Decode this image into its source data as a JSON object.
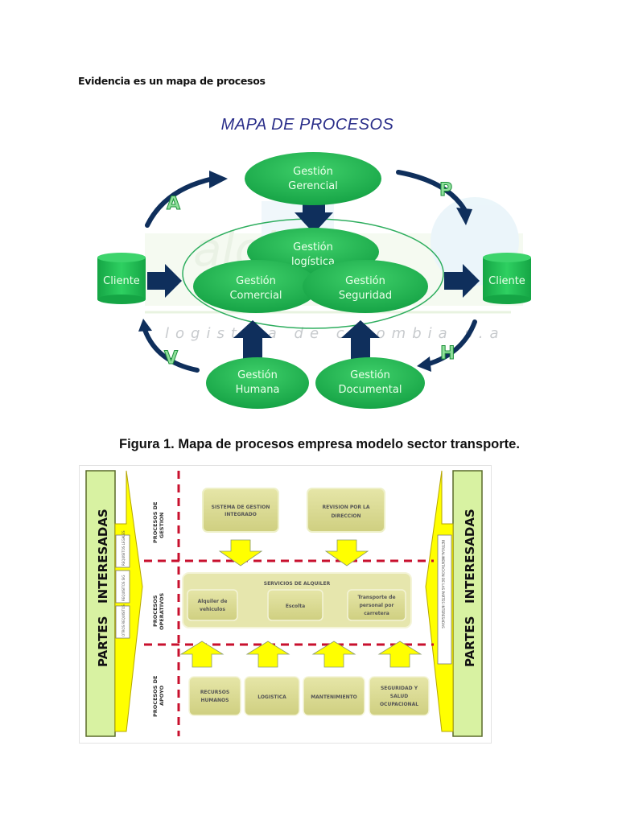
{
  "document": {
    "heading": "Evidencia es un mapa de procesos",
    "caption": "Figura 1. Mapa de procesos empresa modelo sector transporte."
  },
  "figure1": {
    "title": "MAPA DE PROCESOS",
    "watermark": "logistica de colombia s.a",
    "cycle_letters": [
      "A",
      "P",
      "H",
      "V"
    ],
    "nodes": {
      "gerencial": [
        "Gestión",
        "Gerencial"
      ],
      "logistica": [
        "Gestión",
        "logística"
      ],
      "comercial": [
        "Gestión",
        "Comercial"
      ],
      "seguridad": [
        "Gestión",
        "Seguridad"
      ],
      "humana": [
        "Gestión",
        "Humana"
      ],
      "documental": [
        "Gestión",
        "Documental"
      ],
      "cliente_left": "Cliente",
      "cliente_right": "Cliente"
    },
    "colors": {
      "node_green": "#1fae4c",
      "arrow_navy": "#0f2f5c",
      "title_blue": "#2b2f8a"
    }
  },
  "figure2": {
    "left_band": {
      "label": "PARTES   INTERESADAS",
      "requirements": [
        "REQUISITOS LEGALES",
        "REQUISITOS SIG",
        "OTROS REQUISITOS"
      ]
    },
    "right_band": {
      "label": "PARTES   INTERESADAS",
      "feedback": "RETROALIMENTACION DE LAS PARTES INTERESADAS"
    },
    "rows": {
      "gestion": {
        "label": [
          "PROCESOS DE",
          "GESTION"
        ],
        "boxes": [
          [
            "SISTEMA DE GESTION",
            "INTEGRADO"
          ],
          [
            "REVISION POR LA",
            "DIRECCION"
          ]
        ]
      },
      "operativos": {
        "label": [
          "PROCESOS",
          "OPERATIVOS"
        ],
        "group_title": "SERVICIOS DE ALQUILER",
        "boxes": [
          [
            "Alquiler de",
            "vehiculos"
          ],
          [
            "Escolta"
          ],
          [
            "Transporte de",
            "personal por",
            "carretera"
          ]
        ]
      },
      "apoyo": {
        "label": [
          "PROCESOS DE",
          "APOYO"
        ],
        "boxes": [
          [
            "RECURSOS",
            "HUMANOS"
          ],
          [
            "LOGISTICA"
          ],
          [
            "MANTENIMIENTO"
          ],
          [
            "SEGURIDAD Y",
            "SALUD",
            "OCUPACIONAL"
          ]
        ]
      }
    },
    "colors": {
      "band_green": "#d8f2a2",
      "arrow_yellow": "#ffff00",
      "box_olive": "#d9d98c",
      "divider_red": "#c8102e"
    }
  }
}
